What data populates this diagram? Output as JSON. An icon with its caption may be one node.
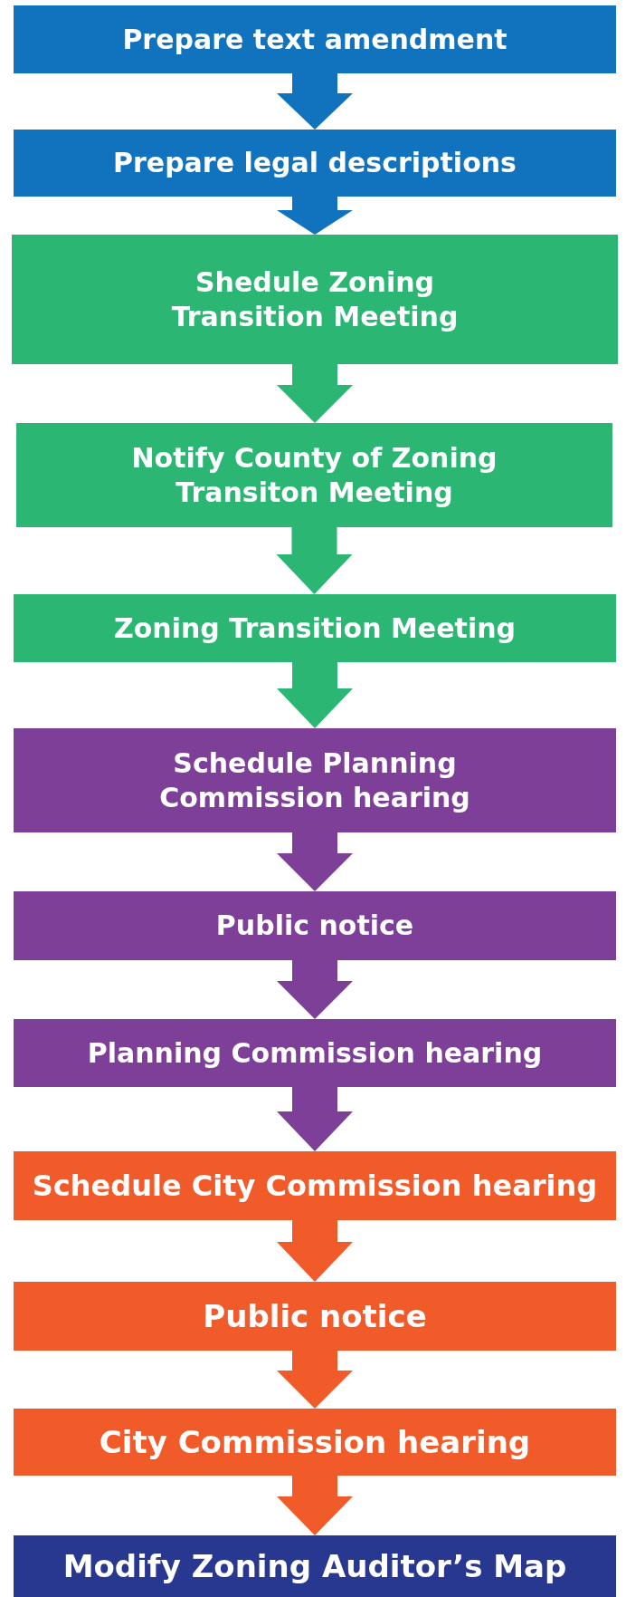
{
  "diagram": {
    "nodes": [
      {
        "text": [
          "Prepare text amendment"
        ]
      },
      {
        "text": [
          "Prepare legal descriptions"
        ]
      },
      {
        "text": [
          "Shedule Zoning Transition Meeting"
        ]
      },
      {
        "text": [
          "Notify County of Zoning Transiton Meeting"
        ]
      },
      {
        "text": [
          "Zoning Transition Meeting"
        ]
      },
      {
        "text": [
          "Schedule Planning Commission hearing"
        ]
      },
      {
        "text": [
          "Public notice"
        ]
      },
      {
        "text": [
          "Planning Commission hearing"
        ]
      },
      {
        "text": [
          "Schedule City Commission hearing"
        ]
      },
      {
        "text": [
          "Public notice"
        ]
      },
      {
        "text": [
          "City Commission hearing"
        ]
      },
      {
        "text": [
          "Modify Zoning Auditor’s Map"
        ]
      }
    ],
    "edges": [
      {
        "from": 0,
        "to": 1,
        "arrow": "to",
        "color": "#1172bd"
      },
      {
        "from": 1,
        "to": 2,
        "arrow": "to",
        "color": "#1172bd"
      },
      {
        "from": 2,
        "to": 3,
        "arrow": "to",
        "color": "#2bb673"
      },
      {
        "from": 3,
        "to": 4,
        "arrow": "to",
        "color": "#2bb673"
      },
      {
        "from": 4,
        "to": 5,
        "arrow": "to",
        "color": "#2bb673"
      },
      {
        "from": 5,
        "to": 6,
        "arrow": "to",
        "color": "#7d3f98"
      },
      {
        "from": 6,
        "to": 7,
        "arrow": "to",
        "color": "#7d3f98"
      },
      {
        "from": 7,
        "to": 8,
        "arrow": "to",
        "color": "#7d3f98"
      },
      {
        "from": 8,
        "to": 9,
        "arrow": "to",
        "color": "#f15a29"
      },
      {
        "from": 9,
        "to": 10,
        "arrow": "to",
        "color": "#f15a29"
      },
      {
        "from": 10,
        "to": 11,
        "arrow": "to",
        "color": "#f15a29"
      }
    ]
  }
}
